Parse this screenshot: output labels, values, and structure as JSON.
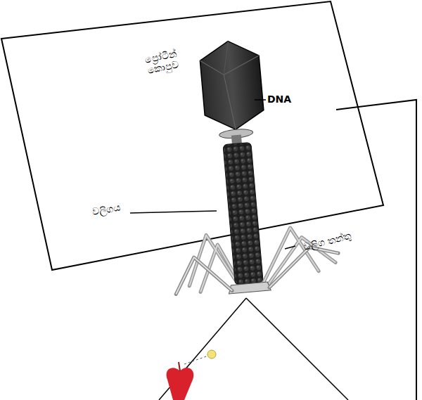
{
  "diagram": {
    "labels": [
      "ප්‍රෝටීන් කොපුව",
      "DNA",
      "වලිගය",
      "වලිග තන්තු"
    ]
  }
}
